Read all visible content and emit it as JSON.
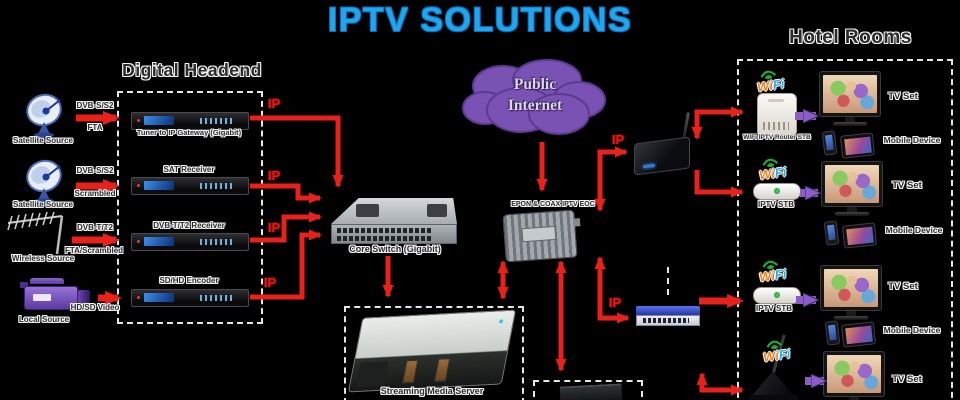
{
  "title": "IPTV SOLUTIONS",
  "labels": {
    "ip": "IP"
  },
  "headend": {
    "title": "Digital Headend",
    "rows": [
      {
        "source": "Satellite Source",
        "link1": "DVB-S/S2",
        "link2": "FTA",
        "device": "Tuner to IP Gateway (Gigabit)"
      },
      {
        "source": "Satellite Source",
        "link1": "DVB-S/S2",
        "link2": "Scrambled",
        "device": "SAT Receiver"
      },
      {
        "source": "Wireless Source",
        "link1": "DVB-T/T2",
        "link2": "FTA/Scrambled",
        "device": "DVB-T/T2 Receiver"
      },
      {
        "source": "Local Source",
        "link1": "",
        "link2": "HD/SD Video",
        "device": "SD/HD Encoder"
      }
    ]
  },
  "core": {
    "cloud_line1": "Public",
    "cloud_line2": "Internet",
    "switch_label": "Core Switch (Gigabit)",
    "server_label": "Streaming Media Server",
    "eoc_label": "EPON & COAX IPTV EOC"
  },
  "hotel": {
    "title": "Hotel Rooms",
    "rows": [
      {
        "wi": "Wi",
        "fi": "Fi",
        "device": "WiFi IPTV Router STB",
        "tv": "TV Set",
        "mobile": "Mobile Device"
      },
      {
        "wi": "Wi",
        "fi": "Fi",
        "device": "IPTV STB",
        "tv": "TV Set",
        "mobile": "Mobile Device"
      },
      {
        "wi": "Wi",
        "fi": "Fi",
        "device": "IPTV STB",
        "tv": "TV Set",
        "mobile": "Mobile Device"
      },
      {
        "wi": "Wi",
        "fi": "Fi",
        "device": "",
        "tv": "TV Set",
        "mobile": ""
      }
    ]
  },
  "colors": {
    "title_blue": "#1fa7ee",
    "arrow_red": "#e8211a",
    "arrow_purple": "#8a5ec6",
    "cloud_purple": "#7a52b4",
    "wifi_orange": "#f58220",
    "wifi_blue": "#29abe2",
    "wifi_green": "#1fa83c"
  }
}
